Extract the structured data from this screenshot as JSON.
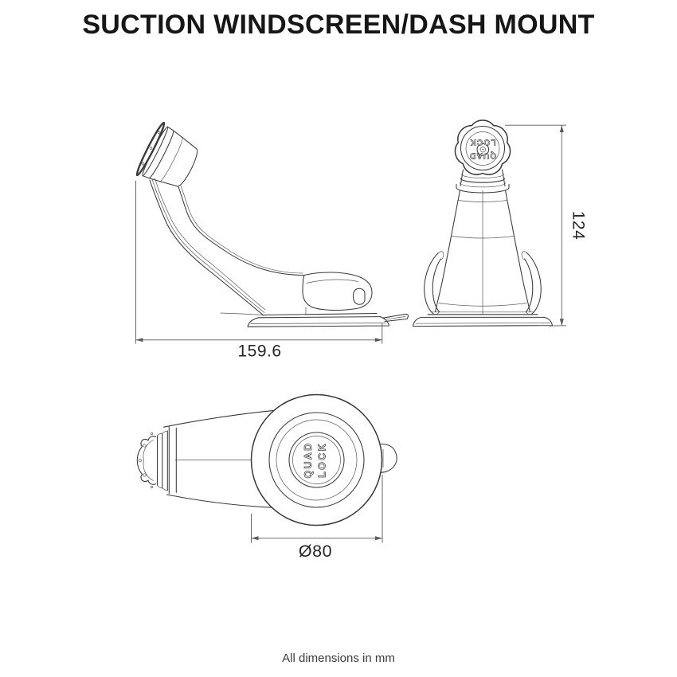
{
  "title": "SUCTION WINDSCREEN/DASH MOUNT",
  "footer": "All dimensions in mm",
  "brand_mark": {
    "line1": "QUAD",
    "line2": "LOCK"
  },
  "dimensions": {
    "side_width_mm": "159.6",
    "front_height_mm": "124",
    "top_diameter_mm": "Ø80"
  },
  "colors": {
    "line": "#3a3a3a",
    "dimension_line": "#5a5a5a",
    "text": "#161616",
    "background": "#ffffff"
  }
}
